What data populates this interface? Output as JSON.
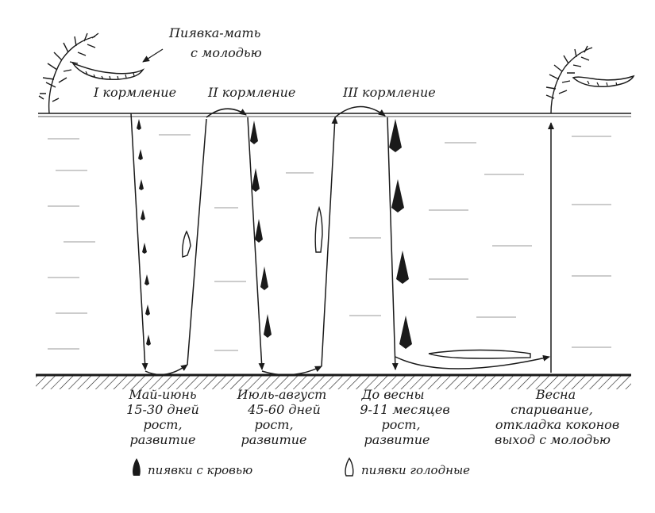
{
  "top_label": [
    "Пиявка-мать",
    "с молодью"
  ],
  "feedings": [
    "I кормление",
    "II кормление",
    "III кормление"
  ],
  "periods": [
    {
      "lines": [
        "Май-июнь",
        "15-30 дней",
        "рост,",
        "развитие"
      ]
    },
    {
      "lines": [
        "Июль-август",
        "45-60 дней",
        "рост,",
        "развитие"
      ]
    },
    {
      "lines": [
        "До весны",
        "9-11 месяцев",
        "рост,",
        "развитие"
      ]
    },
    {
      "lines": [
        "Весна",
        "спаривание,",
        "откладка коконов",
        "выход с молодью"
      ]
    }
  ],
  "legend": {
    "fed": "пиявки с кровью",
    "hungry": "пиявки голодные"
  },
  "colors": {
    "ink": "#1a1a1a",
    "paper": "#ffffff"
  }
}
